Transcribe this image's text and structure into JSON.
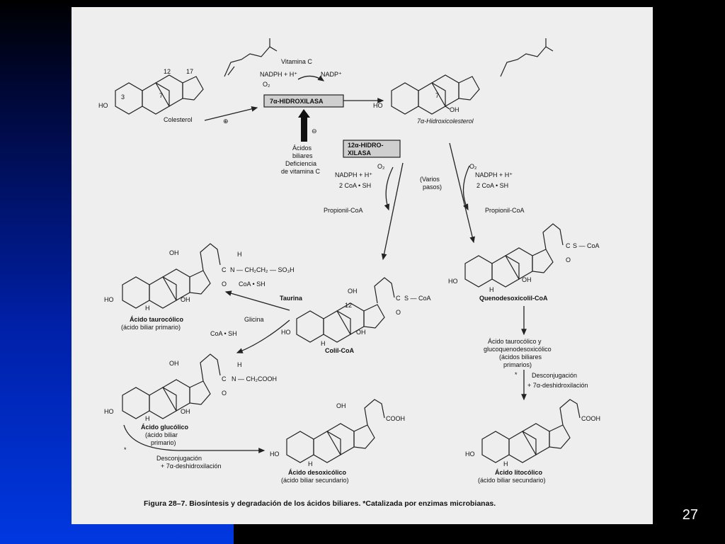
{
  "slide": {
    "number": "27"
  },
  "enzyme_top": {
    "cofactor_vitamin": "Vitamina C",
    "nadph": "NADPH + H⁺",
    "nadp": "NADP⁺",
    "o2": "O₂",
    "name": "7α-HIDROXILASA",
    "inhibit_symbol": "⊖",
    "activate_symbol": "⊕",
    "inhibitors": [
      "Ácidos",
      "biliares",
      "Deficiencia",
      "de vitamina C"
    ]
  },
  "enzyme_12": {
    "line1": "12α-HIDRO-",
    "line2": "XILASA"
  },
  "left_branch": {
    "o2": "O₂",
    "nadph": "NADPH + H⁺",
    "coa": "2 CoA • SH",
    "product": "Propionil-CoA",
    "steps": [
      "(Varios",
      "pasos)"
    ]
  },
  "right_branch": {
    "o2": "O₂",
    "nadph": "NADPH + H⁺",
    "coa": "2 CoA • SH",
    "product": "Propionil-CoA"
  },
  "labels": {
    "cholesterol": "Colesterol",
    "hydroxy": "7α-Hidroxicolesterol",
    "quenodesoxicolil": "Quenodesoxicolil-CoA",
    "colil": "Colil-CoA",
    "taurocolico": "Ácido taurocólico",
    "taurocolico_sub": "(ácido biliar primario)",
    "glucolico": "Ácido glucólico",
    "glucolico_sub1": "(ácido biliar",
    "glucolico_sub2": "primario)",
    "desoxicolico": "Ácido desoxicólico",
    "desoxicolico_sub": "(ácido biliar secundario)",
    "litocolico": "Ácido litocólico",
    "litocolico_sub": "(ácido biliar secundario)",
    "taurina": "Taurina",
    "glicina": "Glicina",
    "coash": "CoA • SH",
    "tauro_chain": "N — CH₂CH₂ — SO₃H",
    "glyco_chain": "N — CH₂COOH",
    "s_coa": "S — CoA",
    "cooh": "COOH",
    "ho": "HO",
    "oh": "OH",
    "h": "H",
    "o": "O",
    "c": "C",
    "r3": "3",
    "r7": "7",
    "r12": "12",
    "r17": "17",
    "right_mid1": "Ácido taurocólico y",
    "right_mid2": "glucoquenodesoxicólico",
    "right_mid3": "(ácidos biliares",
    "right_mid4": "primarios)",
    "decon": "Desconjugación",
    "dehyd": "+ 7α-deshidroxilación",
    "star": "*"
  },
  "caption": "Figura 28–7. Biosíntesis y degradación de los ácidos biliares. *Catalizada por enzimas microbianas.",
  "colors": {
    "slide_bg": "#000000",
    "accent_blue": "#0030d0",
    "figure_bg": "#eeeeee"
  }
}
